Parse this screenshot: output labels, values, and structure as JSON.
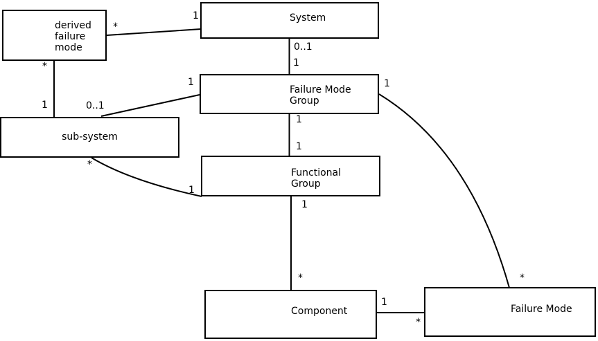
{
  "colors": {
    "background": "#ffffff",
    "box_fill": "#ffffff",
    "line": "#000000",
    "text": "#000000"
  },
  "entities": [
    {
      "id": "derived-failure-mode",
      "label": "derived\nfailure\nmode"
    },
    {
      "id": "system",
      "label": "System"
    },
    {
      "id": "failure-mode-group",
      "label": "Failure Mode\nGroup"
    },
    {
      "id": "sub-system",
      "label": "sub-system"
    },
    {
      "id": "functional-group",
      "label": "Functional\nGroup"
    },
    {
      "id": "component",
      "label": "Component"
    },
    {
      "id": "failure-mode",
      "label": "Failure Mode"
    }
  ],
  "associations": [
    {
      "a": "derived failure mode",
      "b": "System",
      "a_mult": "*",
      "b_mult": "1"
    },
    {
      "a": "System",
      "b": "Failure Mode Group",
      "a_mult": "0..1",
      "b_mult": "1"
    },
    {
      "a": "derived failure mode",
      "b": "sub-system",
      "a_mult": "*",
      "b_mult": "1"
    },
    {
      "a": "Failure Mode Group",
      "b": "sub-system",
      "a_mult": "1",
      "b_mult": "0..1"
    },
    {
      "a": "Failure Mode Group",
      "b": "Functional Group",
      "a_mult": "1",
      "b_mult": "1"
    },
    {
      "a": "sub-system",
      "b": "Functional Group",
      "a_mult": "*",
      "b_mult": "1"
    },
    {
      "a": "Functional Group",
      "b": "Component",
      "a_mult": "1",
      "b_mult": "*"
    },
    {
      "a": "Component",
      "b": "Failure Mode",
      "a_mult": "1",
      "b_mult": "*"
    },
    {
      "a": "Failure Mode Group",
      "b": "Failure Mode",
      "a_mult": "1",
      "b_mult": "*"
    }
  ]
}
